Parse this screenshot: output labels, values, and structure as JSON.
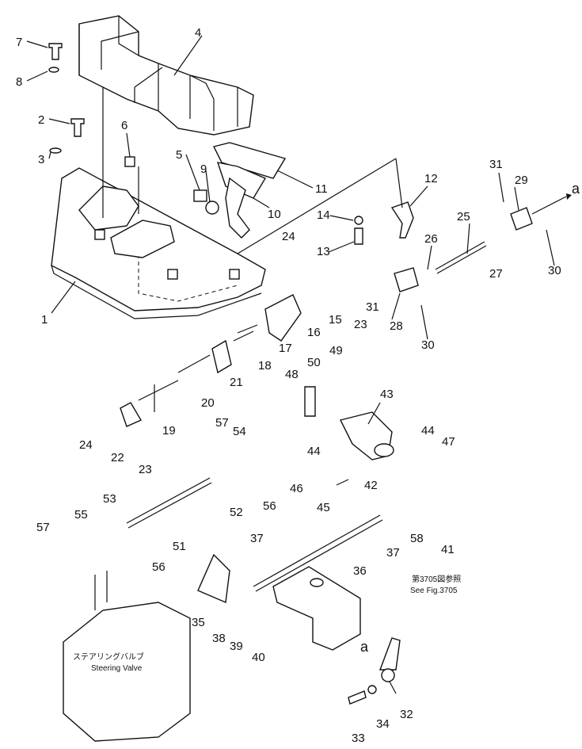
{
  "callouts": [
    "1",
    "2",
    "3",
    "4",
    "5",
    "6",
    "7",
    "8",
    "9",
    "10",
    "11",
    "12",
    "13",
    "14",
    "15",
    "16",
    "17",
    "18",
    "19",
    "20",
    "21",
    "22",
    "23",
    "23b",
    "24",
    "24b",
    "25",
    "26",
    "27",
    "28",
    "29",
    "30",
    "30b",
    "31",
    "31b",
    "32",
    "33",
    "34",
    "35",
    "36",
    "37",
    "37b",
    "38",
    "39",
    "40",
    "41",
    "42",
    "43",
    "44",
    "44b",
    "45",
    "46",
    "47",
    "48",
    "49",
    "50",
    "51",
    "52",
    "53",
    "54",
    "55",
    "56",
    "56b",
    "57",
    "57b",
    "58"
  ],
  "labels": {
    "1": "1",
    "2": "2",
    "3": "3",
    "4": "4",
    "5": "5",
    "6": "6",
    "7": "7",
    "8": "8",
    "9": "9",
    "10": "10",
    "11": "11",
    "12": "12",
    "13": "13",
    "14": "14",
    "15": "15",
    "16": "16",
    "17": "17",
    "18": "18",
    "19": "19",
    "20": "20",
    "21": "21",
    "22": "22",
    "23": "23",
    "23b": "23",
    "24": "24",
    "24b": "24",
    "25": "25",
    "26": "26",
    "27": "27",
    "28": "28",
    "29": "29",
    "30": "30",
    "30b": "30",
    "31": "31",
    "31b": "31",
    "32": "32",
    "33": "33",
    "34": "34",
    "35": "35",
    "36": "36",
    "37": "37",
    "37b": "37",
    "38": "38",
    "39": "39",
    "40": "40",
    "41": "41",
    "42": "42",
    "43": "43",
    "44": "44",
    "44b": "44",
    "45": "45",
    "46": "46",
    "47": "47",
    "48": "48",
    "49": "49",
    "50": "50",
    "51": "51",
    "52": "52",
    "53": "53",
    "54": "54",
    "55": "55",
    "56": "56",
    "56b": "56",
    "57": "57",
    "57b": "57",
    "58": "58"
  },
  "ref_a_top": "a",
  "ref_a_bottom": "a",
  "see_fig_jp": "第3705図参照",
  "see_fig_en": "See Fig.3705",
  "valve_jp": "ステアリングバルブ",
  "valve_en": "Steering Valve"
}
